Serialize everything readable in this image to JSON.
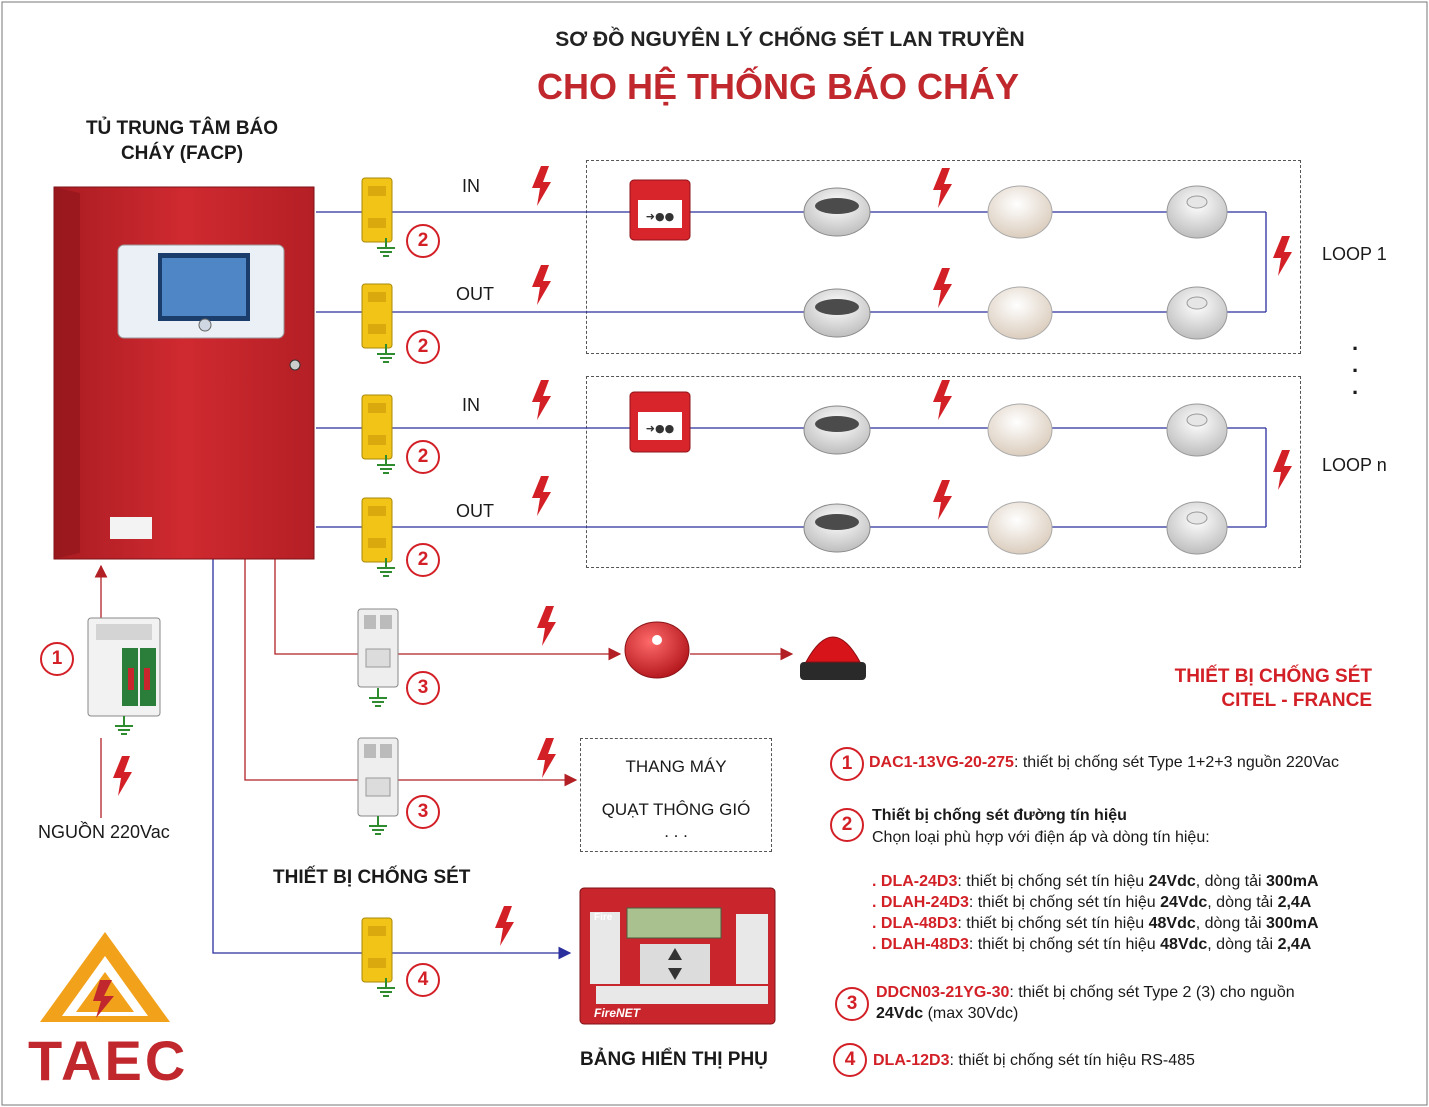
{
  "title": {
    "line1": "SƠ ĐỒ NGUYÊN LÝ CHỐNG SÉT LAN TRUYỀN",
    "line2": "CHO HỆ THỐNG BÁO CHÁY"
  },
  "facp_label": "TỦ TRUNG TÂM BÁO CHÁY (FACP)",
  "line_labels": {
    "in": "IN",
    "out": "OUT",
    "loop1": "LOOP 1",
    "loopn": "LOOP n",
    "dots": "."
  },
  "power_label": "NGUỒN 220Vac",
  "spd_label": "THIẾT BỊ CHỐNG SÉT",
  "panel_label": "BẢNG HIỂN THỊ PHỤ",
  "equipment_box": {
    "line1": "THANG MÁY",
    "line2": "QUẠT THÔNG GIÓ",
    "line3": ". . ."
  },
  "brand": {
    "line1": "THIẾT BỊ CHỐNG SÉT",
    "line2": "CITEL - FRANCE"
  },
  "markers": [
    "1",
    "2",
    "3",
    "4"
  ],
  "legend": {
    "item1": {
      "code": "DAC1-13VG-20-275",
      "text": ": thiết bị chống sét Type 1+2+3 nguồn 220Vac"
    },
    "item2": {
      "heading": "Thiết bị chống sét đường tín hiệu",
      "sub": "Chọn loại phù hợp với điện áp và dòng tín hiệu:"
    },
    "signal_items": [
      {
        "code": ". DLA-24D3",
        "t1": ": thiết bị chống sét tín hiệu ",
        "v": "24Vdc",
        "t2": ", dòng tải ",
        "a": "300mA"
      },
      {
        "code": ". DLAH-24D3",
        "t1": ": thiết bị chống sét tín hiệu ",
        "v": "24Vdc",
        "t2": ", dòng tải ",
        "a": "2,4A"
      },
      {
        "code": ". DLA-48D3",
        "t1": ": thiết bị chống sét tín hiệu ",
        "v": "48Vdc",
        "t2": ", dòng tải ",
        "a": "300mA"
      },
      {
        "code": ". DLAH-48D3",
        "t1": ": thiết bị chống sét tín hiệu ",
        "v": "48Vdc",
        "t2": ", dòng tải ",
        "a": "2,4A"
      }
    ],
    "item3": {
      "code": "DDCN03-21YG-30",
      "text": ": thiết bị chống sét Type 2 (3) cho nguồn",
      "line2": "24Vdc",
      "line2b": " (max 30Vdc)"
    },
    "item4": {
      "code": "DLA-12D3",
      "text": ": thiết bị chống sét tín hiệu RS-485"
    }
  },
  "logo_text": "TAEC",
  "panel_screen_text": "FireNET",
  "panel_fire_text": "Fire",
  "colors": {
    "red": "#d32027",
    "wire_blue": "#2b2f9e",
    "wire_red": "#b22025",
    "spd_yellow": "#f2c417",
    "cabinet_red": "#c8262c"
  }
}
